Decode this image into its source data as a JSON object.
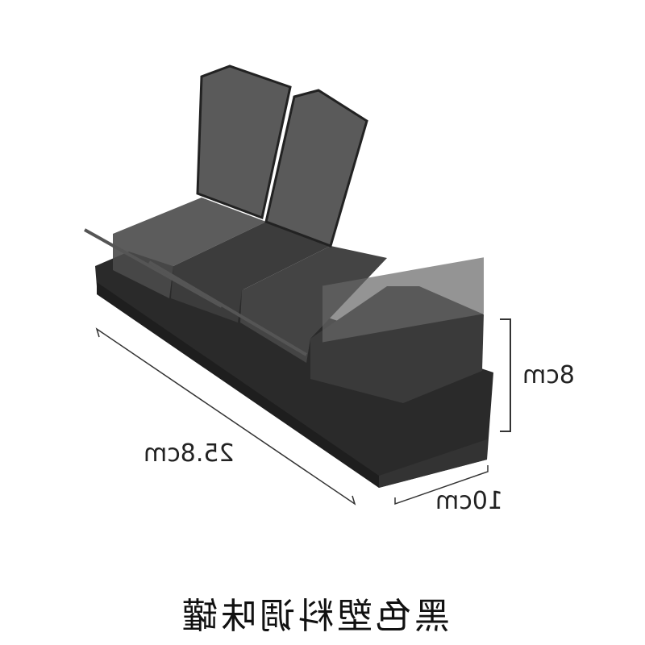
{
  "product": {
    "caption": "黑色塑料调味罐",
    "dimensions": {
      "length": "25.8cm",
      "width": "10cm",
      "height": "8cm"
    },
    "colors": {
      "body": "#2b2b2b",
      "lid": "#5a5a5a",
      "background": "#ffffff"
    }
  }
}
